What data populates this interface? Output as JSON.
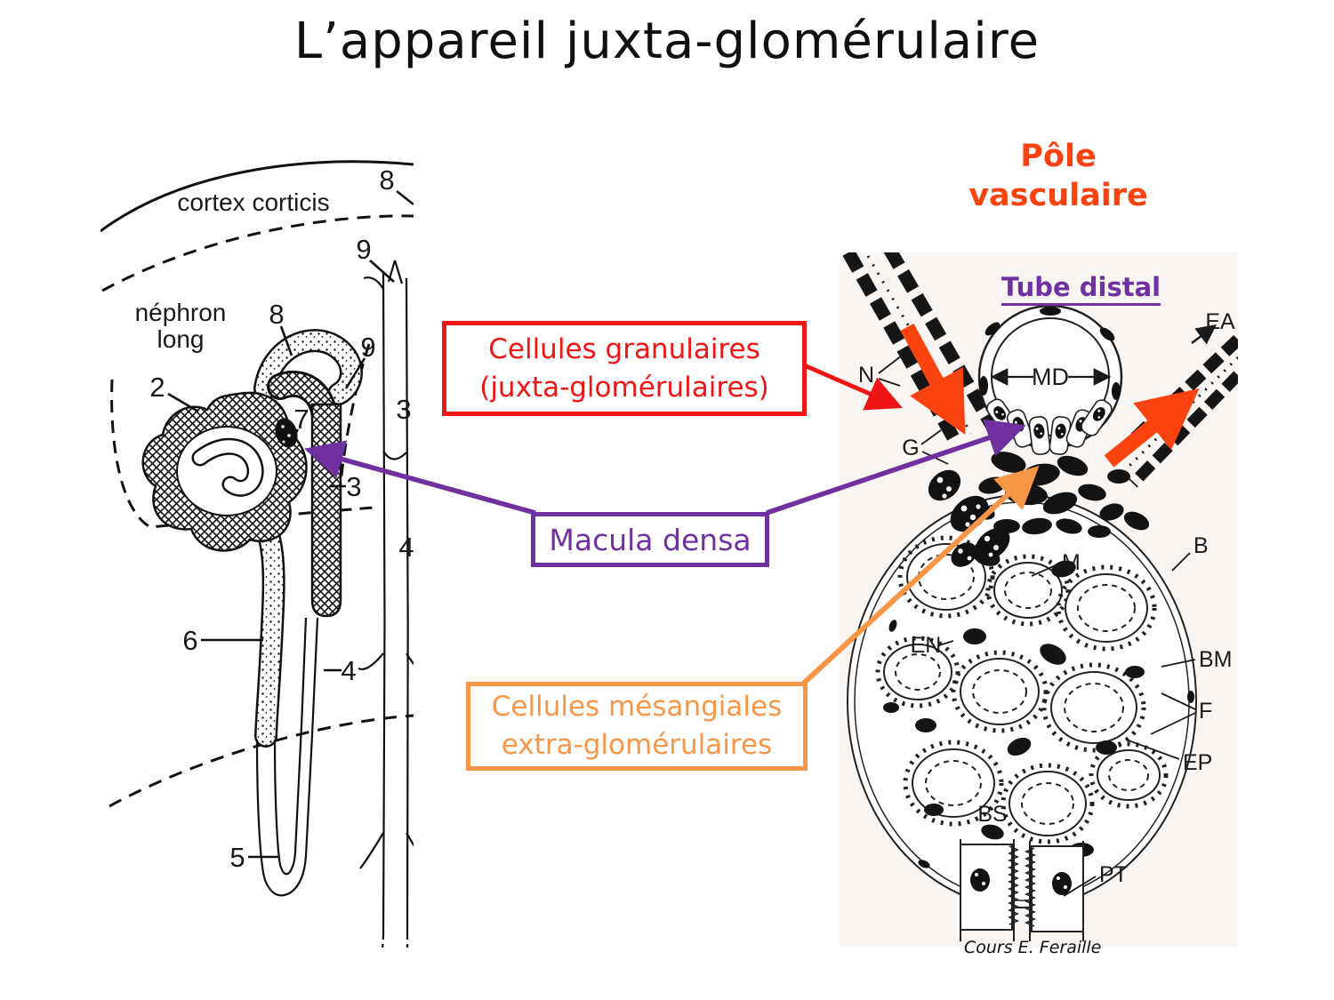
{
  "title": "L’appareil juxta-glomérulaire",
  "colors": {
    "red": "#ee1515",
    "purple": "#7030a0",
    "orange": "#f79646",
    "vermillion": "#fb4310",
    "ink": "#1a1a1a"
  },
  "left_figure": {
    "caption_cortex": "cortex corticis",
    "caption_nephron_line1": "néphron",
    "caption_nephron_line2": "long",
    "labels": {
      "n2": "2",
      "n3": "3",
      "n4": "4",
      "n5": "5",
      "n6": "6",
      "n7": "7",
      "n8": "8",
      "n9": "9"
    }
  },
  "right_figure": {
    "heading": {
      "line1": "Pôle",
      "line2": "vasculaire"
    },
    "tube_distal": "Tube distal",
    "labels": {
      "ea": "EA",
      "n": "N",
      "g": "G",
      "md": "MD",
      "m": "M",
      "b": "B",
      "bm": "BM",
      "en": "EN",
      "f": "F",
      "ep": "EP",
      "bs": "BS",
      "pt": "PT"
    }
  },
  "annotations": {
    "granular": {
      "line1": "Cellules granulaires",
      "line2": "(juxta-glomérulaires)"
    },
    "macula": {
      "label": "Macula densa"
    },
    "mesangial": {
      "line1": "Cellules mésangiales",
      "line2": "extra-glomérulaires"
    }
  },
  "credit": "Cours E. Feraille"
}
